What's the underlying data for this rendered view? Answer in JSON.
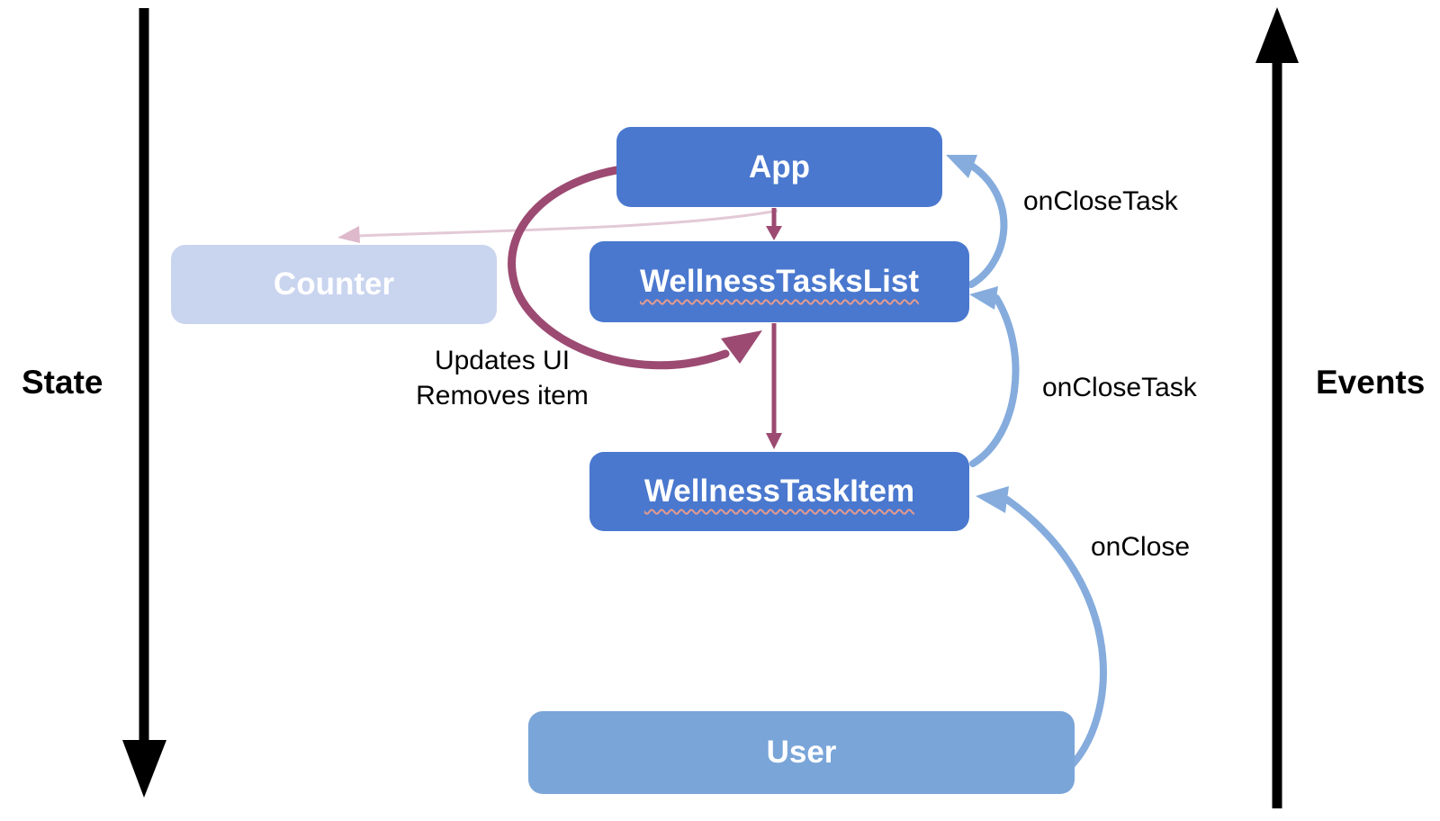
{
  "diagram": {
    "axes": {
      "state": {
        "label": "State",
        "direction": "down"
      },
      "events": {
        "label": "Events",
        "direction": "up"
      }
    },
    "nodes": {
      "app": {
        "label": "App"
      },
      "wellness_tasks_list": {
        "label": "WellnessTasksList"
      },
      "wellness_task_item": {
        "label": "WellnessTaskItem"
      },
      "counter": {
        "label": "Counter",
        "state": "inactive"
      },
      "user": {
        "label": "User"
      }
    },
    "edge_labels": {
      "on_close_task_to_app": "onCloseTask",
      "on_close_task_to_list": "onCloseTask",
      "on_close": "onClose",
      "updates_ui": "Updates UI",
      "removes_item": "Removes item"
    },
    "edges": [
      {
        "from": "App",
        "to": "WellnessTasksList",
        "kind": "state-props"
      },
      {
        "from": "WellnessTasksList",
        "to": "WellnessTaskItem",
        "kind": "state-props"
      },
      {
        "from": "App",
        "to": "WellnessTasksList",
        "kind": "state-loop",
        "label": "Updates UI Removes item"
      },
      {
        "from": "App",
        "to": "Counter",
        "kind": "state-props-inactive"
      },
      {
        "from": "WellnessTasksList",
        "to": "App",
        "kind": "event",
        "label": "onCloseTask"
      },
      {
        "from": "WellnessTaskItem",
        "to": "WellnessTasksList",
        "kind": "event",
        "label": "onCloseTask"
      },
      {
        "from": "User",
        "to": "WellnessTaskItem",
        "kind": "event",
        "label": "onClose"
      }
    ],
    "colors": {
      "node_primary": "#4a78ce",
      "node_user": "#7aa5d8",
      "node_counter_inactive": "#c9d4ef",
      "event_arrow": "#85acdd",
      "state_loop_arrow": "#9c4a72",
      "inactive_arrow": "#e3c9d6",
      "axis_arrow": "#000000",
      "node_text": "#ffffff",
      "label_text": "#000000",
      "squiggle_underline": "#e59a8e"
    }
  }
}
